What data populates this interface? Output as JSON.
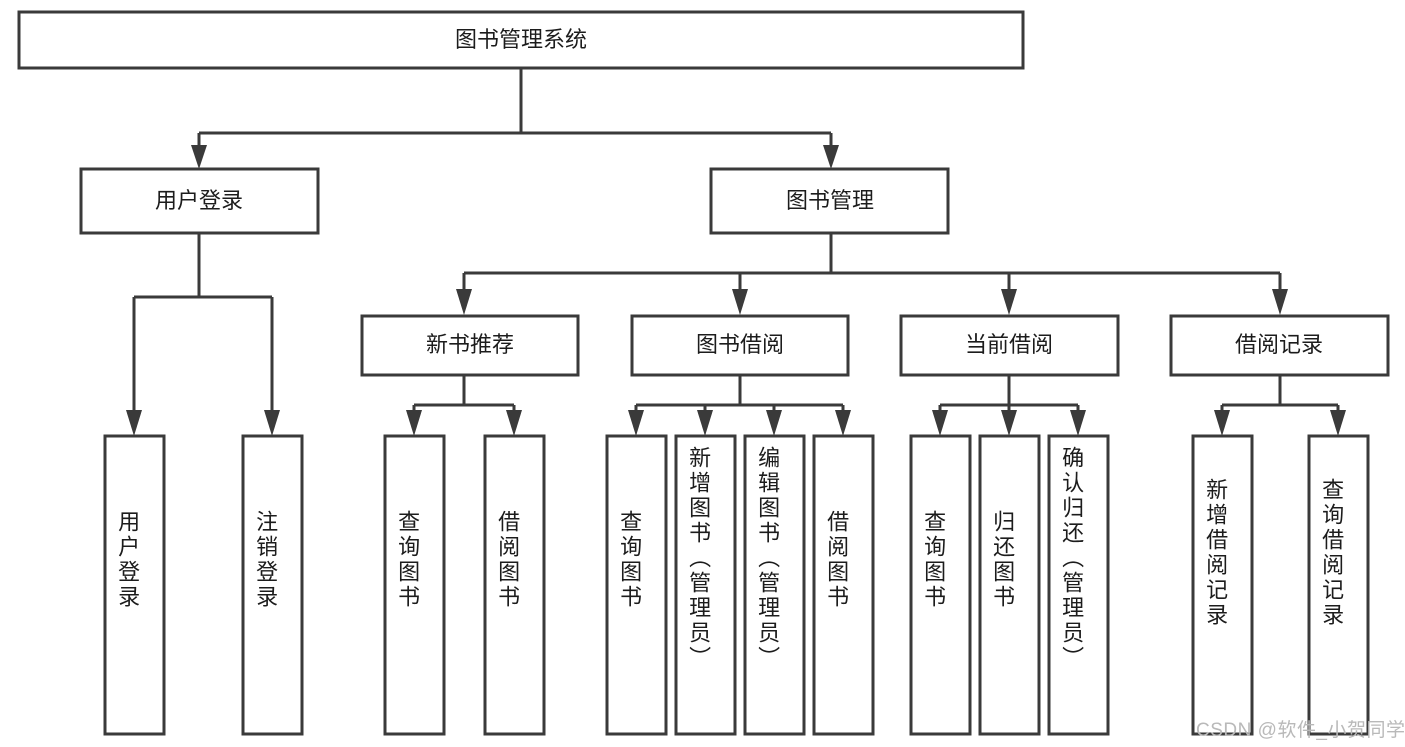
{
  "diagram": {
    "title": "图书管理系统",
    "type": "tree-hierarchy-diagram",
    "colors": {
      "background": "#ffffff",
      "box_stroke": "#3a3a3a",
      "box_fill": "#ffffff",
      "text": "#1c1c1c",
      "watermark": "#b9b9b9"
    },
    "root": {
      "label": "图书管理系统"
    },
    "level2": [
      {
        "label": "用户登录"
      },
      {
        "label": "图书管理"
      }
    ],
    "level3": [
      {
        "label": "新书推荐"
      },
      {
        "label": "图书借阅"
      },
      {
        "label": "当前借阅"
      },
      {
        "label": "借阅记录"
      }
    ],
    "leaves": {
      "user_login": [
        {
          "label": "用户登录"
        },
        {
          "label": "注销登录"
        }
      ],
      "new_book_recommend": [
        {
          "label": "查询图书"
        },
        {
          "label": "借阅图书"
        }
      ],
      "book_borrow": [
        {
          "label": "查询图书"
        },
        {
          "label": "新增图书（管理员）"
        },
        {
          "label": "编辑图书（管理员）"
        },
        {
          "label": "借阅图书"
        }
      ],
      "current_borrow": [
        {
          "label": "查询图书"
        },
        {
          "label": "归还图书"
        },
        {
          "label": "确认归还（管理员）"
        }
      ],
      "borrow_records": [
        {
          "label": "新增借阅记录"
        },
        {
          "label": "查询借阅记录"
        }
      ]
    }
  },
  "watermark": {
    "text": "CSDN @软件_小贺同学"
  }
}
